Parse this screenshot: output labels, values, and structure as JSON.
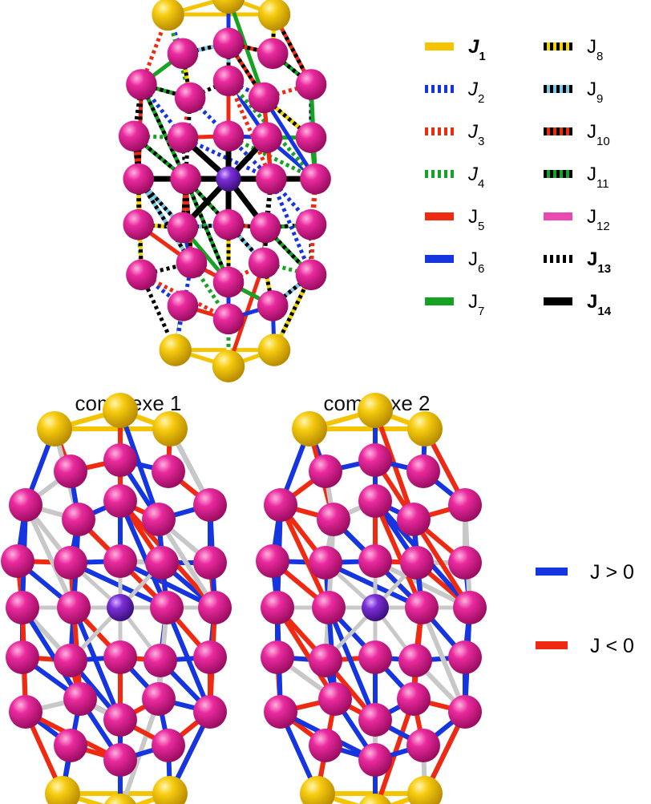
{
  "colors": {
    "gold": "#f5c400",
    "magenta": "#e8239a",
    "purple": "#7b2fd6",
    "blue": "#1535e0",
    "red": "#ee2a12",
    "green": "#16a323",
    "pink": "#ea49b1",
    "black": "#000000",
    "grey": "#c8c8c8",
    "white": "#ffffff",
    "yellow": "#f3d400",
    "lightblue": "#7ec8e8"
  },
  "legend_top": [
    {
      "base": "J",
      "sub": "1",
      "bold": true,
      "italic": true,
      "style": "solid",
      "color1": "gold",
      "color2": "gold"
    },
    {
      "base": "J",
      "sub": "2",
      "bold": false,
      "italic": true,
      "style": "dashed",
      "color1": "blue",
      "color2": "white"
    },
    {
      "base": "J",
      "sub": "3",
      "bold": false,
      "italic": true,
      "style": "dashed",
      "color1": "red",
      "color2": "white"
    },
    {
      "base": "J",
      "sub": "4",
      "bold": false,
      "italic": true,
      "style": "dashed",
      "color1": "green",
      "color2": "white"
    },
    {
      "base": "J",
      "sub": "5",
      "bold": false,
      "italic": false,
      "style": "solid",
      "color1": "red",
      "color2": "red"
    },
    {
      "base": "J",
      "sub": "6",
      "bold": false,
      "italic": false,
      "style": "solid",
      "color1": "blue",
      "color2": "blue"
    },
    {
      "base": "J",
      "sub": "7",
      "bold": false,
      "italic": false,
      "style": "solid",
      "color1": "green",
      "color2": "green"
    },
    {
      "base": "J",
      "sub": "8",
      "bold": false,
      "italic": false,
      "style": "dashed",
      "color1": "black",
      "color2": "yellow"
    },
    {
      "base": "J",
      "sub": "9",
      "bold": false,
      "italic": false,
      "style": "dashed",
      "color1": "black",
      "color2": "lightblue"
    },
    {
      "base": "J",
      "sub": "10",
      "bold": false,
      "italic": false,
      "style": "dashed",
      "color1": "black",
      "color2": "red"
    },
    {
      "base": "J",
      "sub": "11",
      "bold": false,
      "italic": false,
      "style": "dashed",
      "color1": "black",
      "color2": "green"
    },
    {
      "base": "J",
      "sub": "12",
      "bold": false,
      "italic": false,
      "style": "solid",
      "color1": "pink",
      "color2": "pink"
    },
    {
      "base": "J",
      "sub": "13",
      "bold": true,
      "italic": false,
      "style": "dashed",
      "color1": "black",
      "color2": "white"
    },
    {
      "base": "J",
      "sub": "14",
      "bold": true,
      "italic": false,
      "style": "solid",
      "color1": "black",
      "color2": "black"
    }
  ],
  "complex_titles": [
    "complexe 1",
    "complexe 2"
  ],
  "legend_bottom": [
    {
      "text": "J > 0",
      "color": "blue"
    },
    {
      "text": "J < 0",
      "color": "red"
    }
  ]
}
